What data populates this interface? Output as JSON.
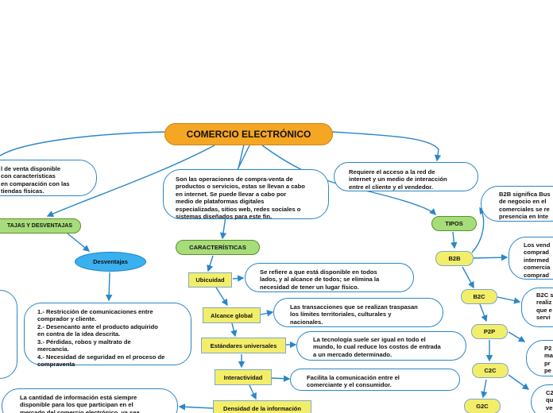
{
  "central": {
    "title": "COMERCIO ELECTRÓNICO"
  },
  "definitions": {
    "left_partial": "l de venta disponible\ncon características\nen comparación con las\ntiendas físicas.",
    "center": "Son las operaciones de compra-venta de\nproductos o servicios, estas se llevan a cabo\nen internet. Se puede llevar a cabo por\nmedio de plataformas digitales\nespecializadas, sitios web, redes sociales o\nsistemas diseñados para este fin.",
    "right": "Requiere el acceso a la red de\ninternet y un medio de interacción\nentre el cliente y el vendedor."
  },
  "branches": {
    "ventajas": "TAJAS Y DESVENTAJAS",
    "desventajas": "Desventajas",
    "desventajas_text": "1.- Restricción de comunicaciones entre\ncomprador y cliente.\n2.- Desencanto ante el producto adquirido\nen contra de la idea descrita.\n3.- Pérdidas, robos y maltrato de\nmercancía.\n4.- Necesidad de seguridad en el proceso de\ncompraventa",
    "caracteristicas": "CARACTERÍSTICAS",
    "tipos": "TIPOS"
  },
  "characteristics": [
    {
      "label": "Ubicuidad",
      "text": "Se refiere a que está disponible en todos\nlados, y al alcance de todos; se elimina la\nnecesidad de tener un lugar físico."
    },
    {
      "label": "Alcance global",
      "text": "Las transacciones que se realizan traspasan\nlos límites territoriales, culturales y\nnacionales."
    },
    {
      "label": "Estándares universales",
      "text": "La tecnología suele ser igual en todo el\nmundo, lo cual reduce los costos de entrada\na un mercado determinado."
    },
    {
      "label": "Interactividad",
      "text": "Facilita la comunicación entre el\ncomerciante y el consumidor."
    },
    {
      "label": "Densidad de la información",
      "text": "La cantidad de información está siempre\ndisponible para los que participan en el\nmercado del comercio electrónico, ya sea"
    }
  ],
  "types": [
    {
      "label": "B2B",
      "text": "B2B significa Bus\nde negocio en el\ncomerciales se re\npresencia en Inte"
    },
    {
      "label": "B2C",
      "text": "B2C s\nrealiz\nque e\nservi"
    },
    {
      "label": "P2P",
      "text": "P2\nma\npr\npe"
    },
    {
      "label": "C2C",
      "text": "C2\nqu\nve"
    },
    {
      "label": "G2C",
      "text": ""
    }
  ],
  "b2b_side_text": "Los vend\ncomprad\nintermed\ncomercia\ncomprad"
}
